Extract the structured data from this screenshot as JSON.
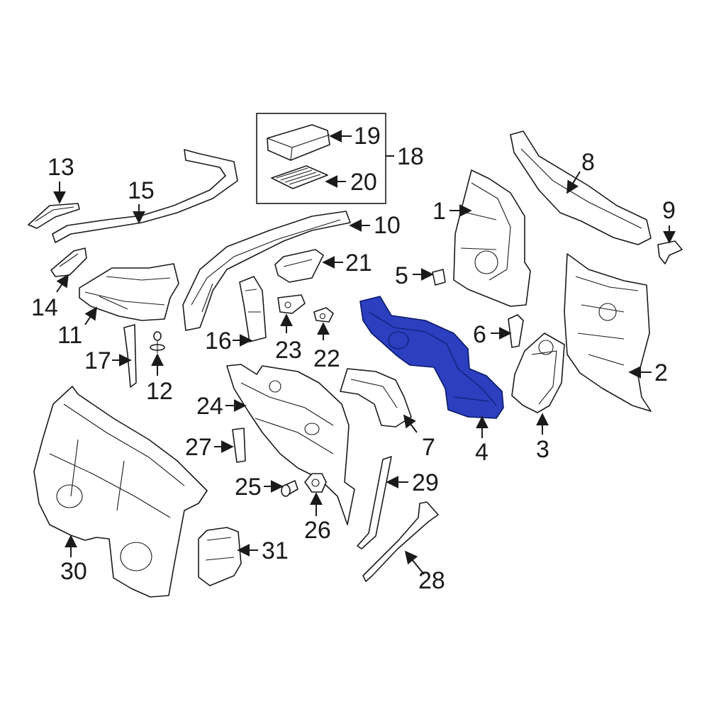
{
  "highlight_color": "#2b3fbf",
  "line_color": "#1a1a1a",
  "group": {
    "label": "18",
    "members": [
      "19",
      "20"
    ]
  },
  "callouts": [
    {
      "id": "c1",
      "label": "1"
    },
    {
      "id": "c2",
      "label": "2"
    },
    {
      "id": "c3",
      "label": "3"
    },
    {
      "id": "c4",
      "label": "4",
      "highlighted": true
    },
    {
      "id": "c5",
      "label": "5"
    },
    {
      "id": "c6",
      "label": "6"
    },
    {
      "id": "c7",
      "label": "7"
    },
    {
      "id": "c8",
      "label": "8"
    },
    {
      "id": "c9",
      "label": "9"
    },
    {
      "id": "c10",
      "label": "10"
    },
    {
      "id": "c11",
      "label": "11"
    },
    {
      "id": "c12",
      "label": "12"
    },
    {
      "id": "c13",
      "label": "13"
    },
    {
      "id": "c14",
      "label": "14"
    },
    {
      "id": "c15",
      "label": "15"
    },
    {
      "id": "c16",
      "label": "16"
    },
    {
      "id": "c17",
      "label": "17"
    },
    {
      "id": "c18",
      "label": "18"
    },
    {
      "id": "c19",
      "label": "19"
    },
    {
      "id": "c20",
      "label": "20"
    },
    {
      "id": "c21",
      "label": "21"
    },
    {
      "id": "c22",
      "label": "22"
    },
    {
      "id": "c23",
      "label": "23"
    },
    {
      "id": "c24",
      "label": "24"
    },
    {
      "id": "c25",
      "label": "25"
    },
    {
      "id": "c26",
      "label": "26"
    },
    {
      "id": "c27",
      "label": "27"
    },
    {
      "id": "c28",
      "label": "28"
    },
    {
      "id": "c29",
      "label": "29"
    },
    {
      "id": "c30",
      "label": "30"
    },
    {
      "id": "c31",
      "label": "31"
    }
  ]
}
